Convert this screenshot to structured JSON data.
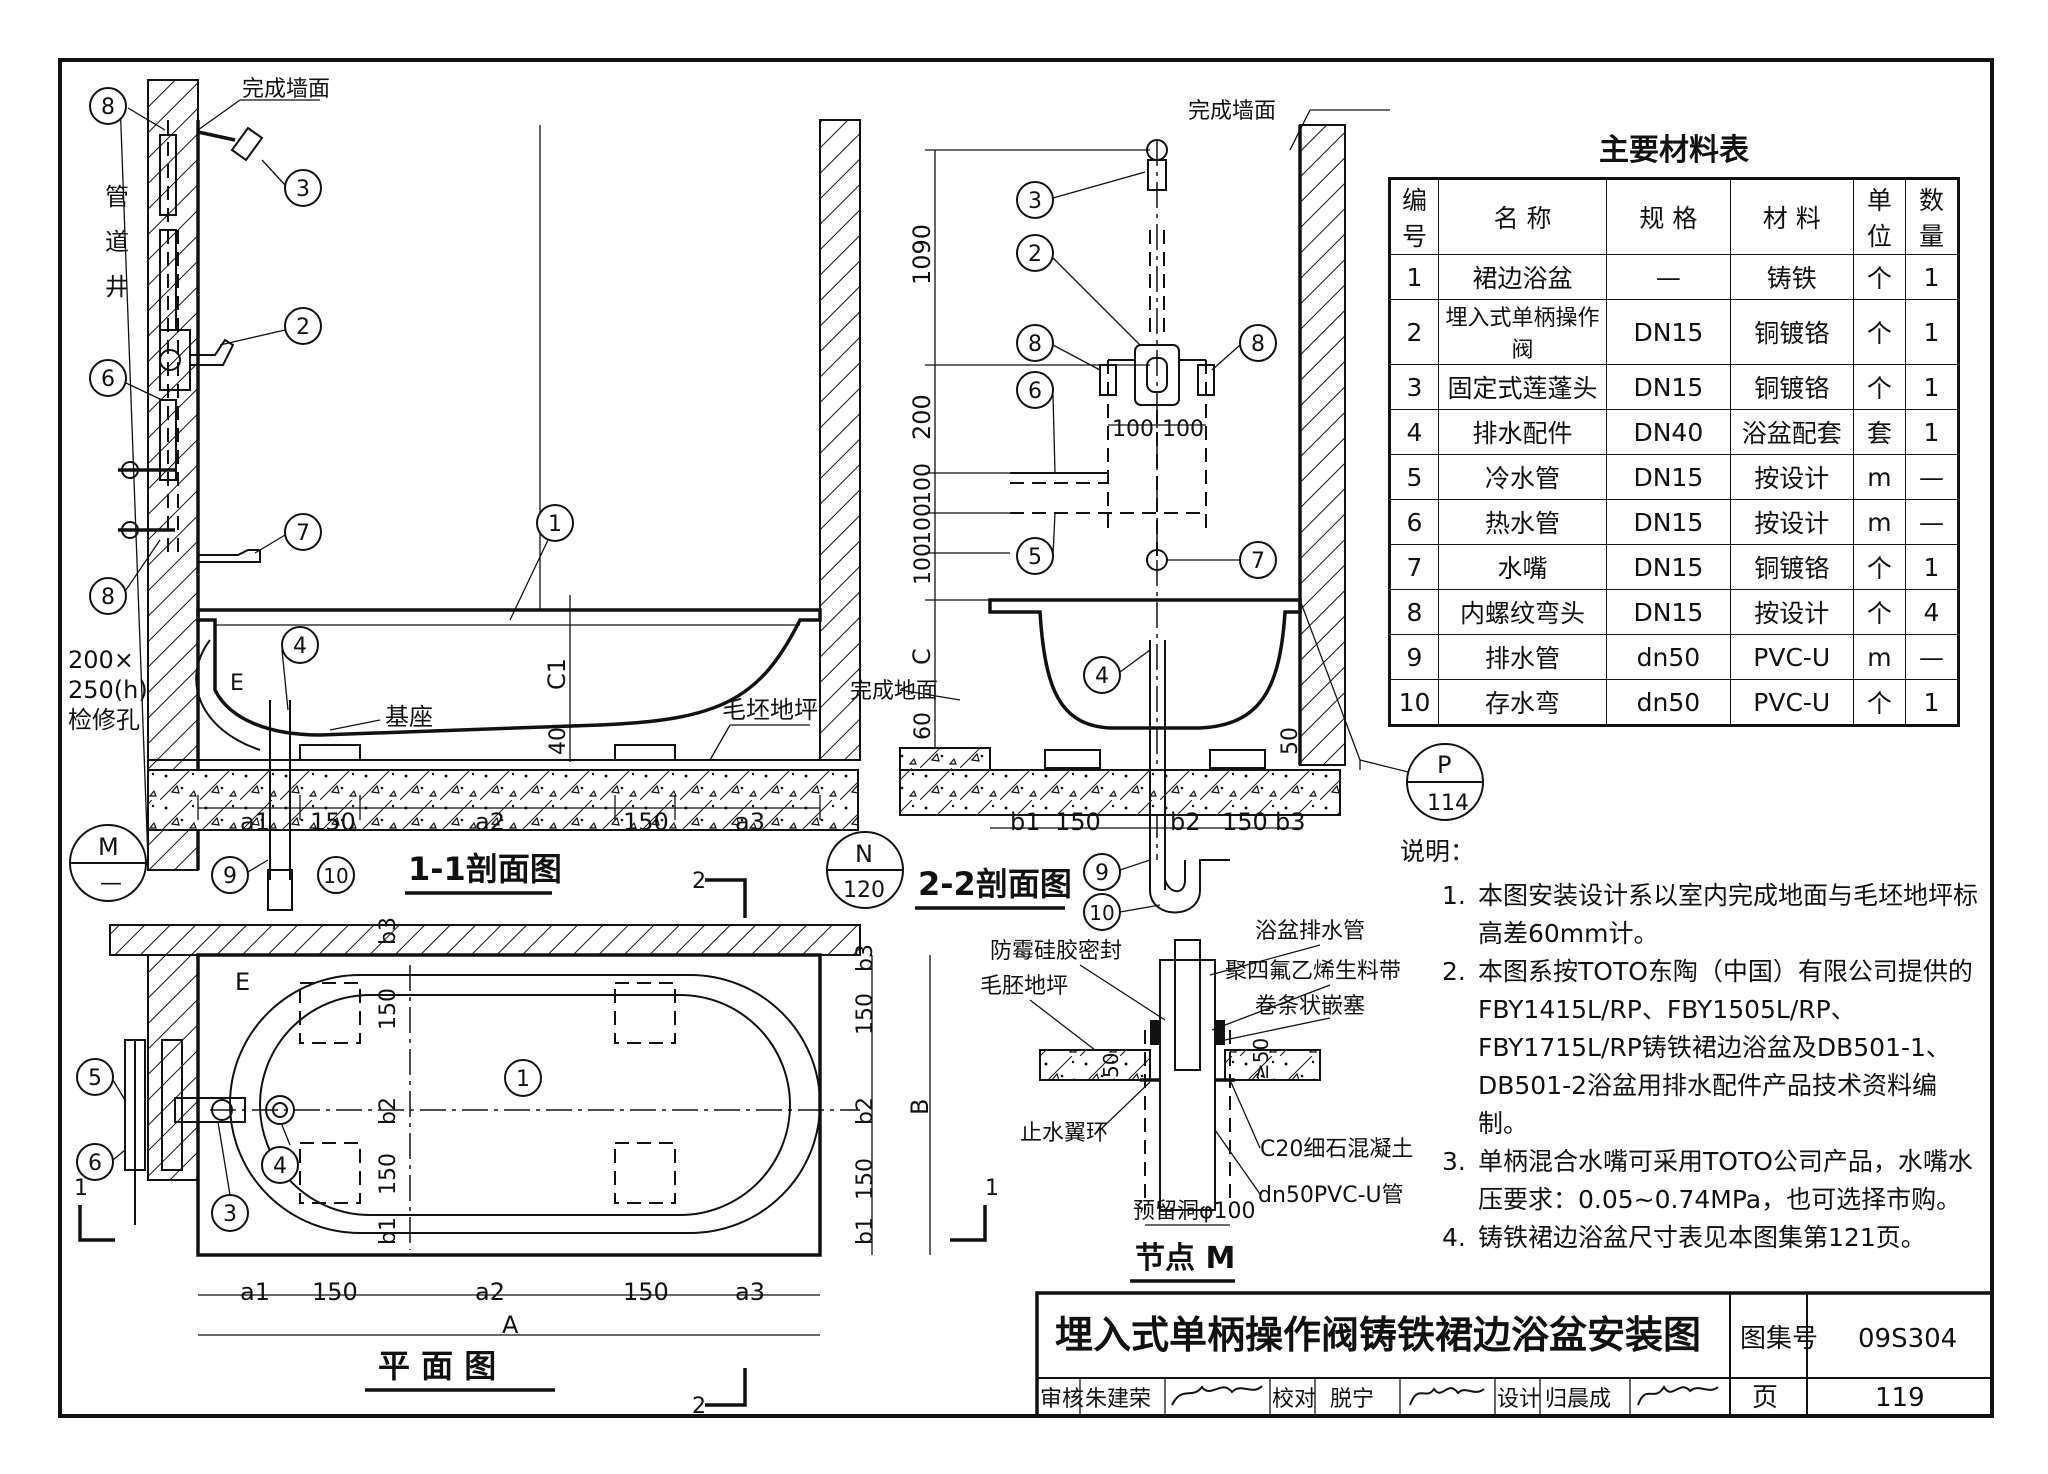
{
  "drawing": {
    "title": "埋入式单柄操作阀铸铁裙边浴盆安装图",
    "atlas_label": "图集号",
    "atlas_no": "09S304",
    "page_label": "页",
    "page_no": "119",
    "review_label": "审核",
    "reviewer": "朱建荣",
    "check_label": "校对",
    "checker": "脱宁",
    "design_label": "设计",
    "designer": "归晨成"
  },
  "views": {
    "section_1_1": "1-1剖面图",
    "section_2_2": "2-2剖面图",
    "plan": "平 面 图",
    "node_m": "节点 M"
  },
  "labels": {
    "finished_wall": "完成墙面",
    "finished_wall_2": "完成墙面",
    "pipe_shaft": [
      "管",
      "道",
      "井"
    ],
    "access_hole": [
      "200×",
      "250(h)",
      "检修孔"
    ],
    "base": "基座",
    "rough_floor": "毛坯地坪",
    "finished_floor": "完成地面",
    "node_silicone": "防霉硅胶密封",
    "node_rough_floor": "毛胚地坪",
    "node_drain_pipe": "浴盆排水管",
    "node_ptfe": "聚四氟乙烯生料带",
    "node_plug": "卷条状嵌塞",
    "node_ring": "止水翼环",
    "node_concrete": "C20细石混凝土",
    "node_pvc": "dn50PVC-U管",
    "node_hole": "预留洞φ100",
    "ref_m": "M",
    "ref_m_sub": "—",
    "ref_n": "N",
    "ref_n_sub": "120",
    "ref_p": "P",
    "ref_p_sub": "114",
    "cut_2": "2",
    "cut_1": "1"
  },
  "dimensions": {
    "s11": {
      "a1": "a1",
      "d150a": "150",
      "a2": "a2",
      "d150b": "150",
      "a3": "a3",
      "c1": "C1",
      "d40": "40",
      "e": "E"
    },
    "s22": {
      "d1090": "1090",
      "d200": "200",
      "d100a": "100",
      "d100b": "100",
      "d100c": "100",
      "c": "C",
      "d60": "60",
      "d50": "50",
      "b1": "b1",
      "d150a": "150",
      "b2": "b2",
      "d150b": "150",
      "b3": "b3",
      "d100l": "100",
      "d100r": "100"
    },
    "plan": {
      "a1": "a1",
      "d150a": "150",
      "a2": "a2",
      "d150b": "150",
      "a3": "a3",
      "a": "A",
      "b": "B",
      "b1": "b1",
      "b2": "b2",
      "b3": "b3",
      "d150c": "150",
      "d150d": "150",
      "e": "E"
    },
    "node": {
      "d50a": "50",
      "d50b": "≥50"
    }
  },
  "callouts": [
    "1",
    "2",
    "3",
    "4",
    "5",
    "6",
    "7",
    "8",
    "9",
    "10"
  ],
  "materials": {
    "title": "主要材料表",
    "headers": [
      "编号",
      "名 称",
      "规 格",
      "材 料",
      "单位",
      "数量"
    ],
    "rows": [
      [
        "1",
        "裙边浴盆",
        "—",
        "铸铁",
        "个",
        "1"
      ],
      [
        "2",
        "埋入式单柄操作阀",
        "DN15",
        "铜镀铬",
        "个",
        "1"
      ],
      [
        "3",
        "固定式莲蓬头",
        "DN15",
        "铜镀铬",
        "个",
        "1"
      ],
      [
        "4",
        "排水配件",
        "DN40",
        "浴盆配套",
        "套",
        "1"
      ],
      [
        "5",
        "冷水管",
        "DN15",
        "按设计",
        "m",
        "—"
      ],
      [
        "6",
        "热水管",
        "DN15",
        "按设计",
        "m",
        "—"
      ],
      [
        "7",
        "水嘴",
        "DN15",
        "铜镀铬",
        "个",
        "1"
      ],
      [
        "8",
        "内螺纹弯头",
        "DN15",
        "按设计",
        "个",
        "4"
      ],
      [
        "9",
        "排水管",
        "dn50",
        "PVC-U",
        "m",
        "—"
      ],
      [
        "10",
        "存水弯",
        "dn50",
        "PVC-U",
        "个",
        "1"
      ]
    ]
  },
  "notes": {
    "heading": "说明：",
    "items": [
      [
        "1.",
        "本图安装设计系以室内完成地面与毛坯地坪标",
        "高差60mm计。"
      ],
      [
        "2.",
        "本图系按TOTO东陶（中国）有限公司提供的",
        "FBY1415L/RP、FBY1505L/RP、",
        "FBY1715L/RP铸铁裙边浴盆及DB501-1、",
        "DB501-2浴盆用排水配件产品技术资料编制。"
      ],
      [
        "3.",
        "单柄混合水嘴可采用TOTO公司产品，水嘴水",
        "压要求：0.05~0.74MPa，也可选择市购。"
      ],
      [
        "4.",
        "铸铁裙边浴盆尺寸表见本图集第121页。"
      ]
    ]
  }
}
